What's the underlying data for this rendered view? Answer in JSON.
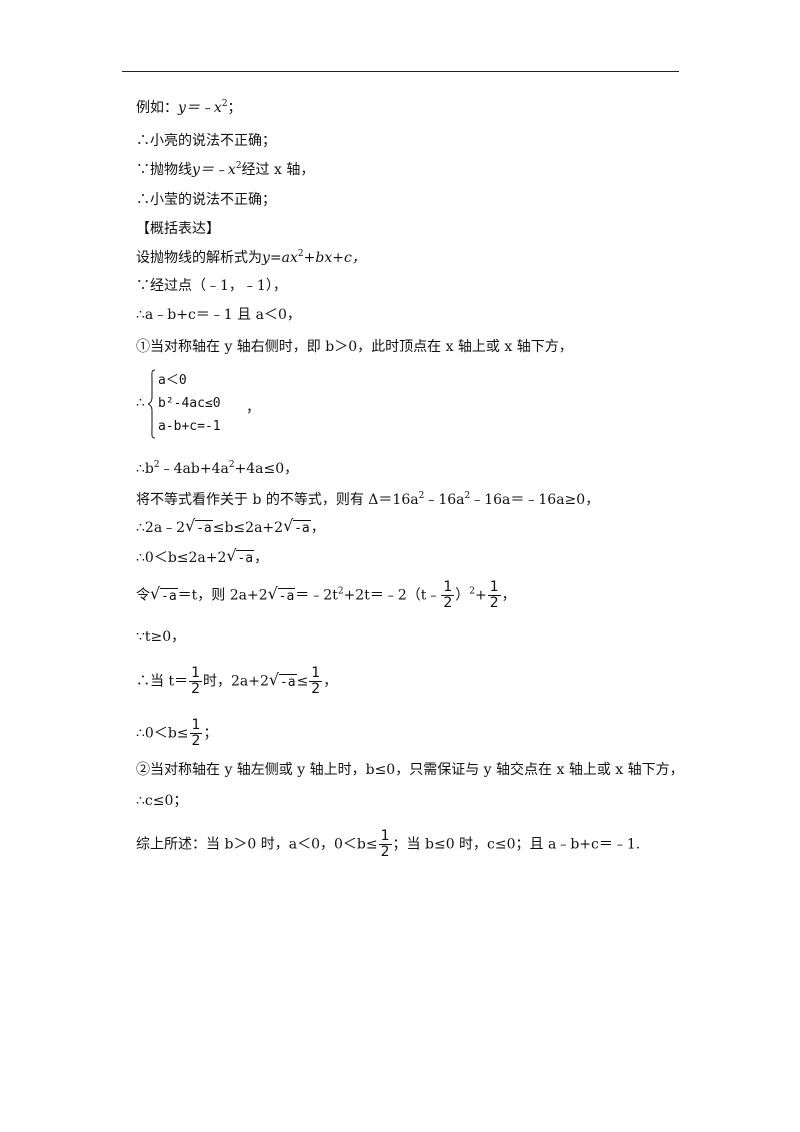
{
  "lines": {
    "l1_pre": "例如：",
    "l1_eq": "y＝﹣x",
    "l1_end": "；",
    "l2": "∴小亮的说法不正确；",
    "l3_pre": "∵抛物线",
    "l3_eq": "y＝﹣x",
    "l3_end": "经过 x 轴，",
    "l4": "∴小莹的说法不正确；",
    "l5": "【概括表达】",
    "l6_pre": "设抛物线的解析式为",
    "l6_eq": "y=ax",
    "l6_end": "+bx+c，",
    "l7": "∵经过点（﹣1，﹣1），",
    "l8": "∴a﹣b+c＝﹣1 且 a＜0，",
    "l9": "①当对称轴在 y 轴右侧时，即 b＞0，此时顶点在 x 轴上或 x 轴下方，",
    "sys_dots": "∴",
    "sys1": "a＜0",
    "sys2": "b²-4ac≤0",
    "sys3": "a-b+c=-1",
    "sys_comma": "，",
    "l11_pre": "∴b",
    "l11_mid": "﹣4ab+4a",
    "l11_end": "+4a≤0，",
    "l12_pre": "将不等式看作关于 b 的不等式，则有 Δ＝16a",
    "l12_mid": "﹣16a",
    "l12_end": "﹣16a＝﹣16a≥0，",
    "l13_pre": "∴2a﹣2",
    "l13_mid": "≤b≤2a+2",
    "l13_end": "，",
    "l14_pre": "∴0＜b≤2a+2",
    "l14_end": "，",
    "l15_pre": "令",
    "l15_mid": "＝t，则 2a+2",
    "l15_mid2": "＝﹣2t",
    "l15_mid3": "+2t＝﹣2（t﹣",
    "l15_mid4": "）",
    "l15_mid5": "+",
    "l15_end": "，",
    "l16": "∵t≥0，",
    "l17_pre": "∴当 t＝",
    "l17_mid": "时，2a+2",
    "l17_mid2": "≤",
    "l17_end": "，",
    "l18_pre": "∴0＜b≤",
    "l18_end": "；",
    "l19": "②当对称轴在 y 轴左侧或 y 轴上时，b≤0，只需保证与 y 轴交点在 x 轴上或 x 轴下方，",
    "l20": "∴c≤0；",
    "l21_pre": "综上所述：当 b＞0 时，a＜0，0＜b≤",
    "l21_end": "；当 b≤0 时，c≤0；且 a﹣b+c＝﹣1."
  },
  "math": {
    "sup2": "2",
    "radicand": "-a",
    "one": "1",
    "two": "2"
  }
}
